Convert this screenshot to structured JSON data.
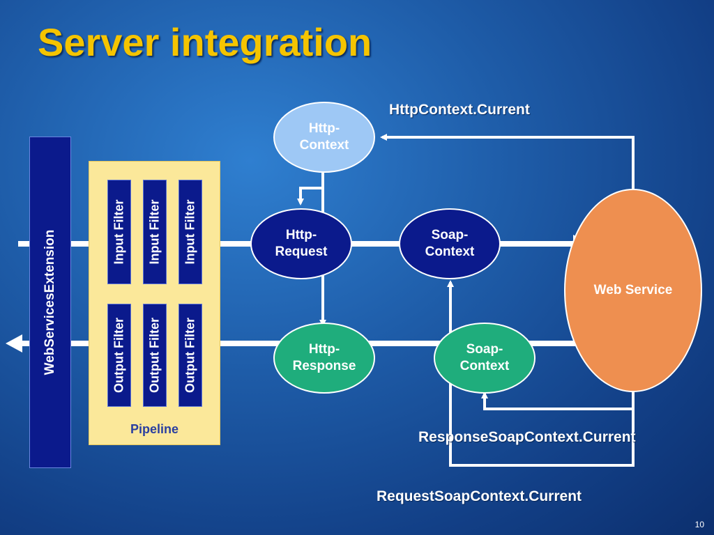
{
  "slide": {
    "title": "Server integration",
    "number": "10"
  },
  "extension": {
    "label": "WebServicesExtension"
  },
  "pipeline": {
    "label": "Pipeline",
    "input_filters": [
      "Input Filter",
      "Input Filter",
      "Input Filter"
    ],
    "output_filters": [
      "Output Filter",
      "Output Filter",
      "Output Filter"
    ]
  },
  "nodes": {
    "http_context": {
      "line1": "Http-",
      "line2": "Context"
    },
    "http_request": {
      "line1": "Http-",
      "line2": "Request"
    },
    "soap_context_request": {
      "line1": "Soap-",
      "line2": "Context"
    },
    "http_response": {
      "line1": "Http-",
      "line2": "Response"
    },
    "soap_context_response": {
      "line1": "Soap-",
      "line2": "Context"
    },
    "web_service": {
      "label": "Web Service"
    }
  },
  "labels": {
    "http_context_current": "HttpContext.Current",
    "response_soap_context_current": "ResponseSoapContext.Current",
    "request_soap_context_current": "RequestSoapContext.Current"
  },
  "colors": {
    "title": "#f5c400",
    "filter_fill": "#0b1a8c",
    "pipeline_fill": "#fbe89a",
    "http_context_fill": "#9ec8f5",
    "request_node_fill": "#0b1a8c",
    "response_node_fill": "#1fad7c",
    "web_service_fill": "#ee8f50"
  }
}
